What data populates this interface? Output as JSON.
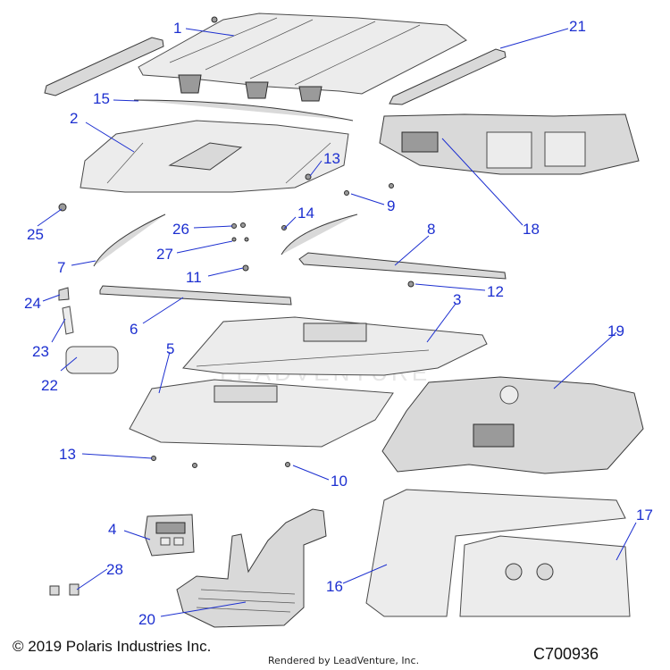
{
  "callouts": [
    "1",
    "2",
    "3",
    "4",
    "5",
    "6",
    "7",
    "8",
    "9",
    "10",
    "11",
    "12",
    "13",
    "13",
    "14",
    "15",
    "16",
    "17",
    "18",
    "19",
    "20",
    "21",
    "22",
    "23",
    "24",
    "25",
    "26",
    "27",
    "28"
  ],
  "footer": {
    "copyright": "© 2019 Polaris Industries Inc.",
    "part_number": "C700936",
    "rendered_by": "Rendered by LeadVenture, Inc."
  },
  "watermark": "LEADVENTURE"
}
